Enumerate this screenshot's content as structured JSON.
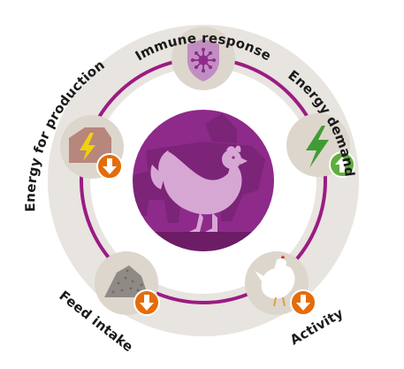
{
  "labels": {
    "immune": "Immune response",
    "energy_demand": "Energy demand",
    "activity": "Activity",
    "feed_intake": "Feed intake",
    "energy_production": "Energy for production"
  },
  "factors": [
    {
      "id": "immune",
      "icon": "virus-shield-icon",
      "trend": "none"
    },
    {
      "id": "energy_demand",
      "icon": "lightning-bolt-icon",
      "trend": "up"
    },
    {
      "id": "activity",
      "icon": "white-chicken-icon",
      "trend": "down"
    },
    {
      "id": "feed_intake",
      "icon": "feed-pile-icon",
      "trend": "down"
    },
    {
      "id": "energy_production",
      "icon": "barn-lightning-icon",
      "trend": "down"
    }
  ],
  "center": {
    "icon": "chicken-and-animals-icon"
  },
  "colors": {
    "outer_ring": "#e8e4df",
    "inner_ring": "#9b1b83",
    "node_fill": "#ddd6cc",
    "center_fill": "#8e2a8a",
    "up_arrow": "#5fad3c",
    "down_arrow": "#e46c0a",
    "shield": "#c18ec2",
    "bolt_green": "#3f9b34",
    "bolt_yellow": "#f2d10c"
  }
}
